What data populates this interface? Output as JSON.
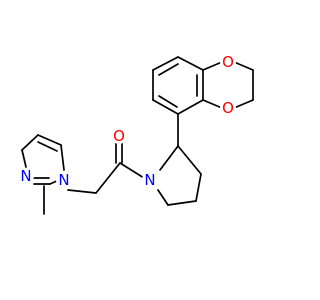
{
  "molecule": {
    "atoms": {
      "o_ring_top": {
        "symbol": "O",
        "color": "#ff0000"
      },
      "o_ring_bottom": {
        "symbol": "O",
        "color": "#ff0000"
      },
      "o_carbonyl": {
        "symbol": "O",
        "color": "#ff0000"
      },
      "n_pyrrolidine": {
        "symbol": "N",
        "color": "#0000ff"
      },
      "n_imidazole_1": {
        "symbol": "N",
        "color": "#0000ff"
      },
      "n_imidazole_3": {
        "symbol": "N",
        "color": "#0000ff"
      }
    },
    "bond_color": "#000000"
  }
}
